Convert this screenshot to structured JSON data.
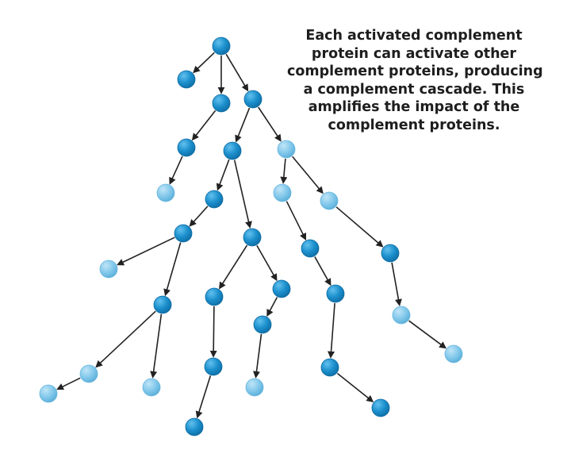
{
  "caption": {
    "lines": [
      "Each activated complement",
      "protein can activate other",
      "complement proteins, producing",
      "a complement cascade. This",
      "amplifies the impact of the",
      "complement proteins."
    ]
  },
  "colors": {
    "active_protein": "#1b8fcc",
    "active_protein_highlight": "#62c0ee",
    "inactive_protein": "#7fc6ea",
    "inactive_protein_highlight": "#bfe5f7",
    "arrow": "#222222",
    "text": "#1e1e1e"
  },
  "legend_semantics": {
    "dark_node": "activated complement protein",
    "light_node": "complement protein (end of branch)"
  }
}
